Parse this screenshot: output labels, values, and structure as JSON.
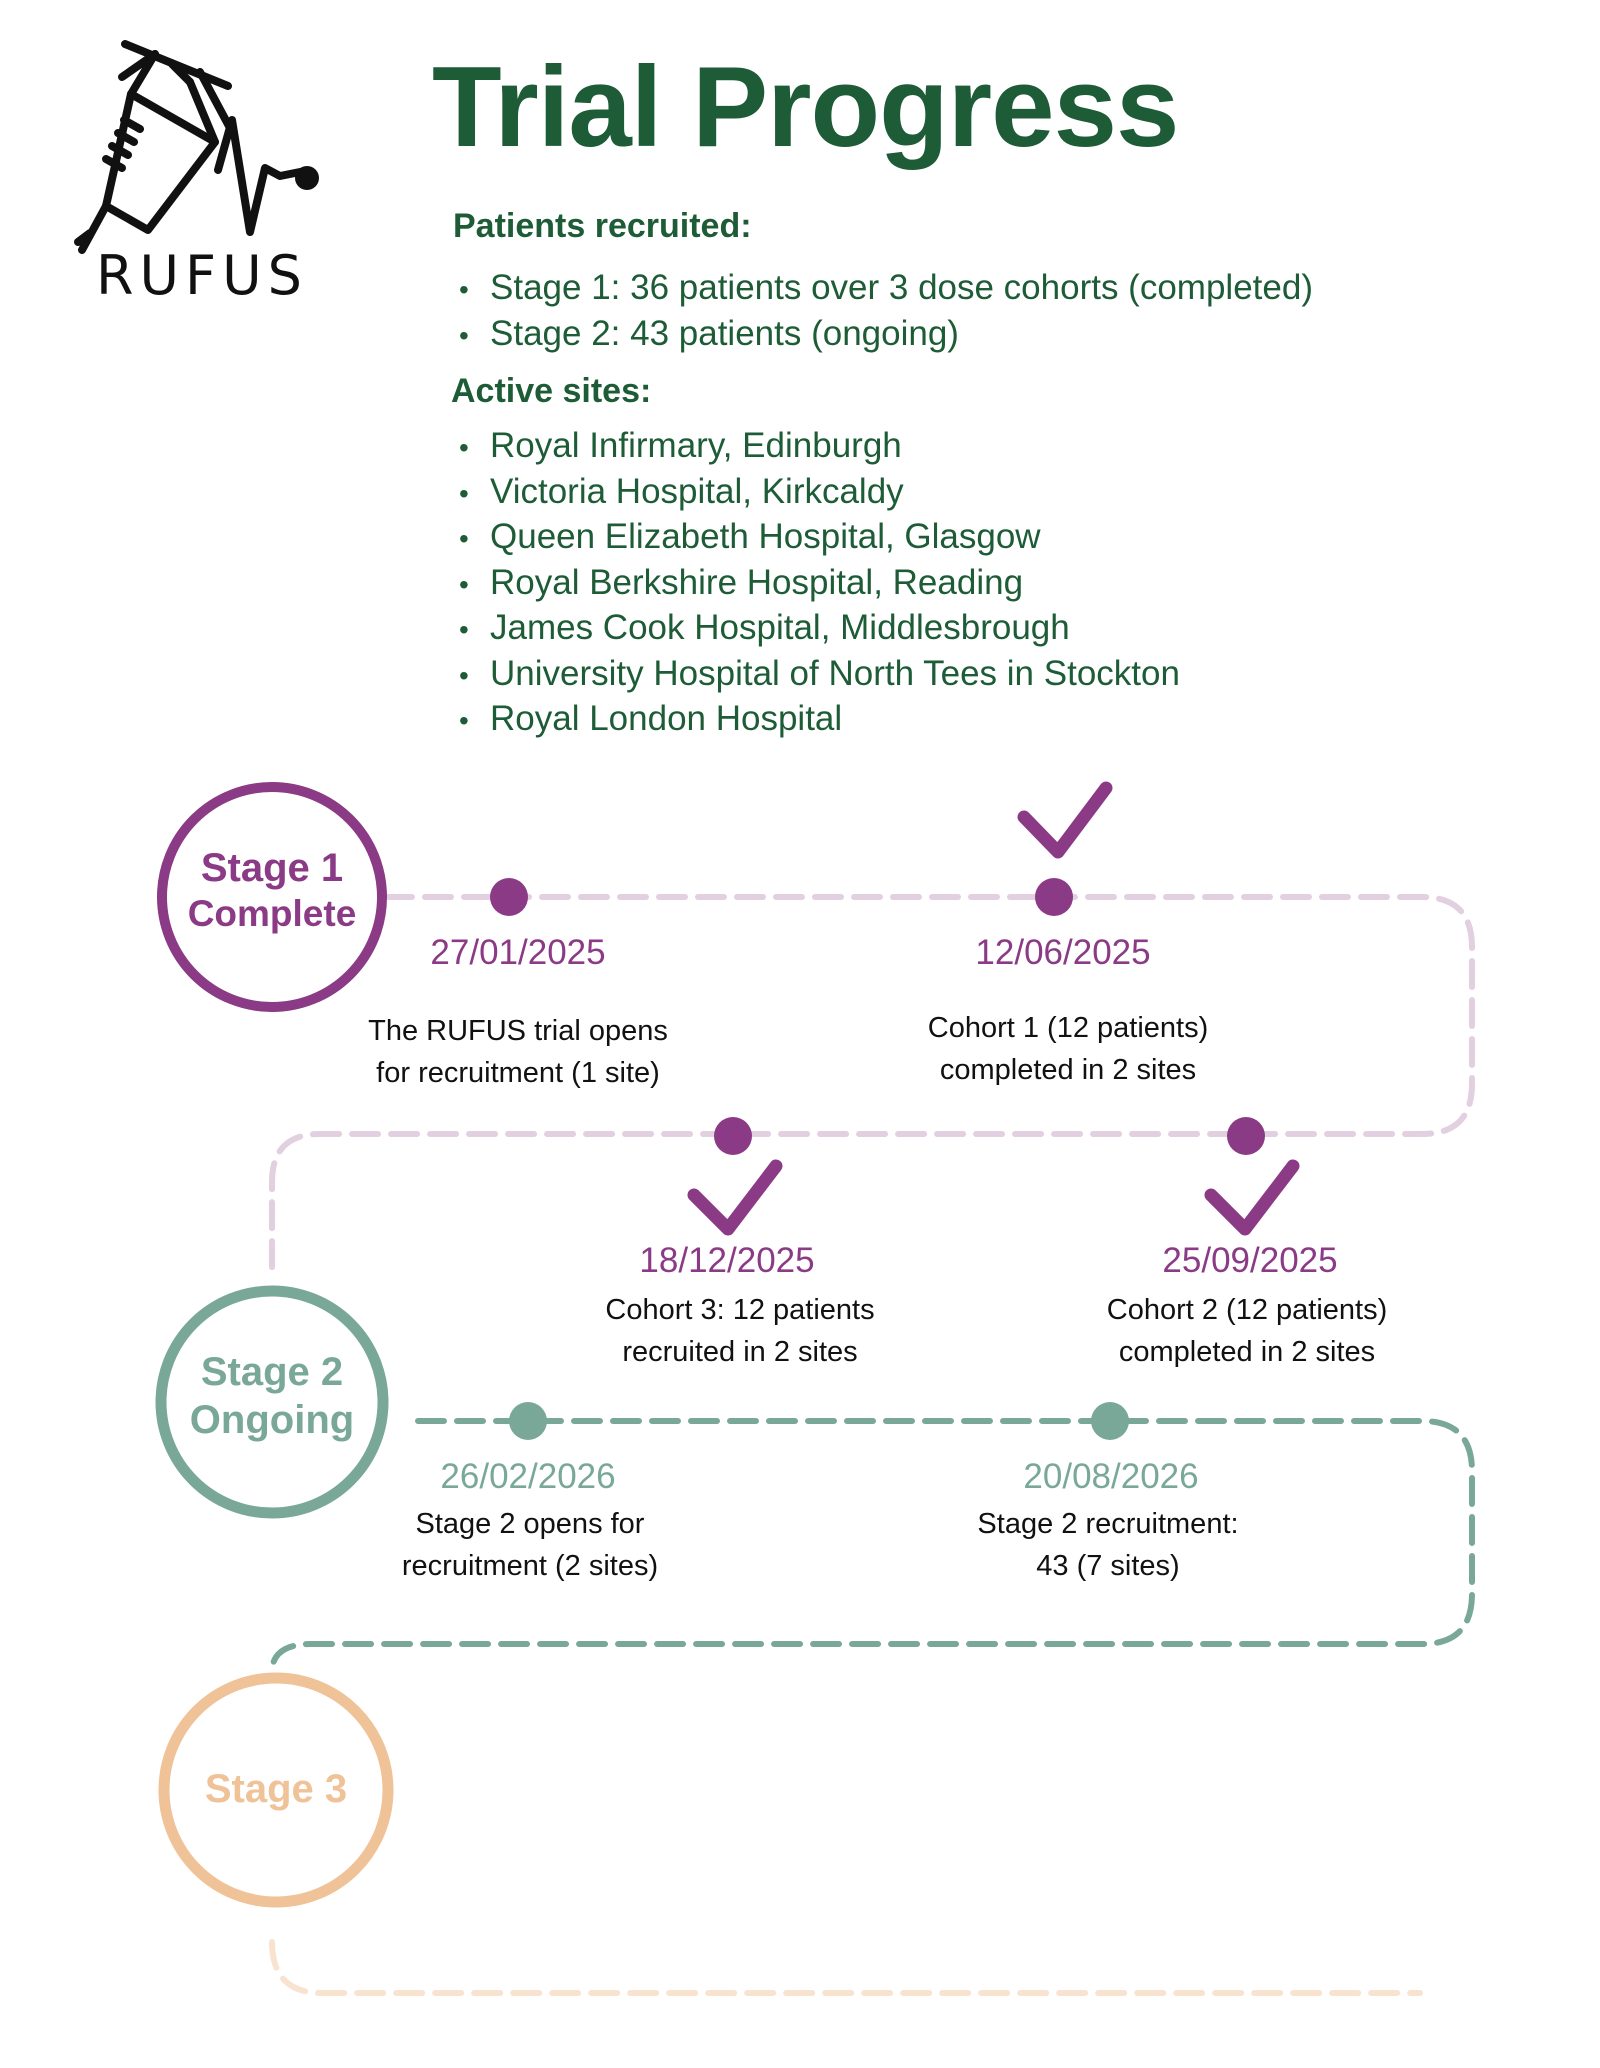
{
  "logo": {
    "text": "RUFUS",
    "icon": "syringe-heartbeat-icon"
  },
  "title": "Trial Progress",
  "patients": {
    "heading": "Patients recruited:",
    "items": [
      "Stage 1: 36 patients over 3 dose cohorts (completed)",
      "Stage 2: 43 patients (ongoing)"
    ]
  },
  "sites": {
    "heading": "Active sites:",
    "items": [
      "Royal Infirmary, Edinburgh",
      "Victoria Hospital, Kirkcaldy",
      "Queen Elizabeth Hospital, Glasgow",
      "Royal Berkshire Hospital, Reading",
      "James Cook Hospital, Middlesbrough",
      "University Hospital of North Tees in Stockton",
      "Royal London Hospital"
    ]
  },
  "stages": [
    {
      "line1": "Stage 1",
      "line2": "Complete",
      "color": "#8b3a85"
    },
    {
      "line1": "Stage 2",
      "line2": "Ongoing",
      "color": "#7aa898"
    },
    {
      "line1": "Stage 3",
      "line2": "",
      "color": "#f0c298"
    }
  ],
  "milestones": [
    {
      "date": "27/01/2025",
      "line1": "The RUFUS trial opens",
      "line2": "for recruitment (1 site)",
      "completed": false
    },
    {
      "date": "12/06/2025",
      "line1": "Cohort 1 (12 patients)",
      "line2": "completed in 2 sites",
      "completed": true
    },
    {
      "date": "18/12/2025",
      "line1": "Cohort 3: 12 patients",
      "line2": "recruited in 2 sites",
      "completed": true
    },
    {
      "date": "25/09/2025",
      "line1": "Cohort 2 (12 patients)",
      "line2": "completed in 2 sites",
      "completed": true
    },
    {
      "date": "26/02/2026",
      "line1": "Stage 2 opens for",
      "line2": "recruitment (2 sites)",
      "completed": false
    },
    {
      "date": "20/08/2026",
      "line1": "Stage 2 recruitment:",
      "line2": "43 (7 sites)",
      "completed": false
    }
  ],
  "colors": {
    "heading_green": "#1d5c36",
    "stage1_purple": "#8b3a85",
    "stage1_path": "#e2cfe0",
    "stage2_green": "#7aa898",
    "stage3_orange": "#f0c298",
    "stage3_path": "#f7e3cf"
  }
}
